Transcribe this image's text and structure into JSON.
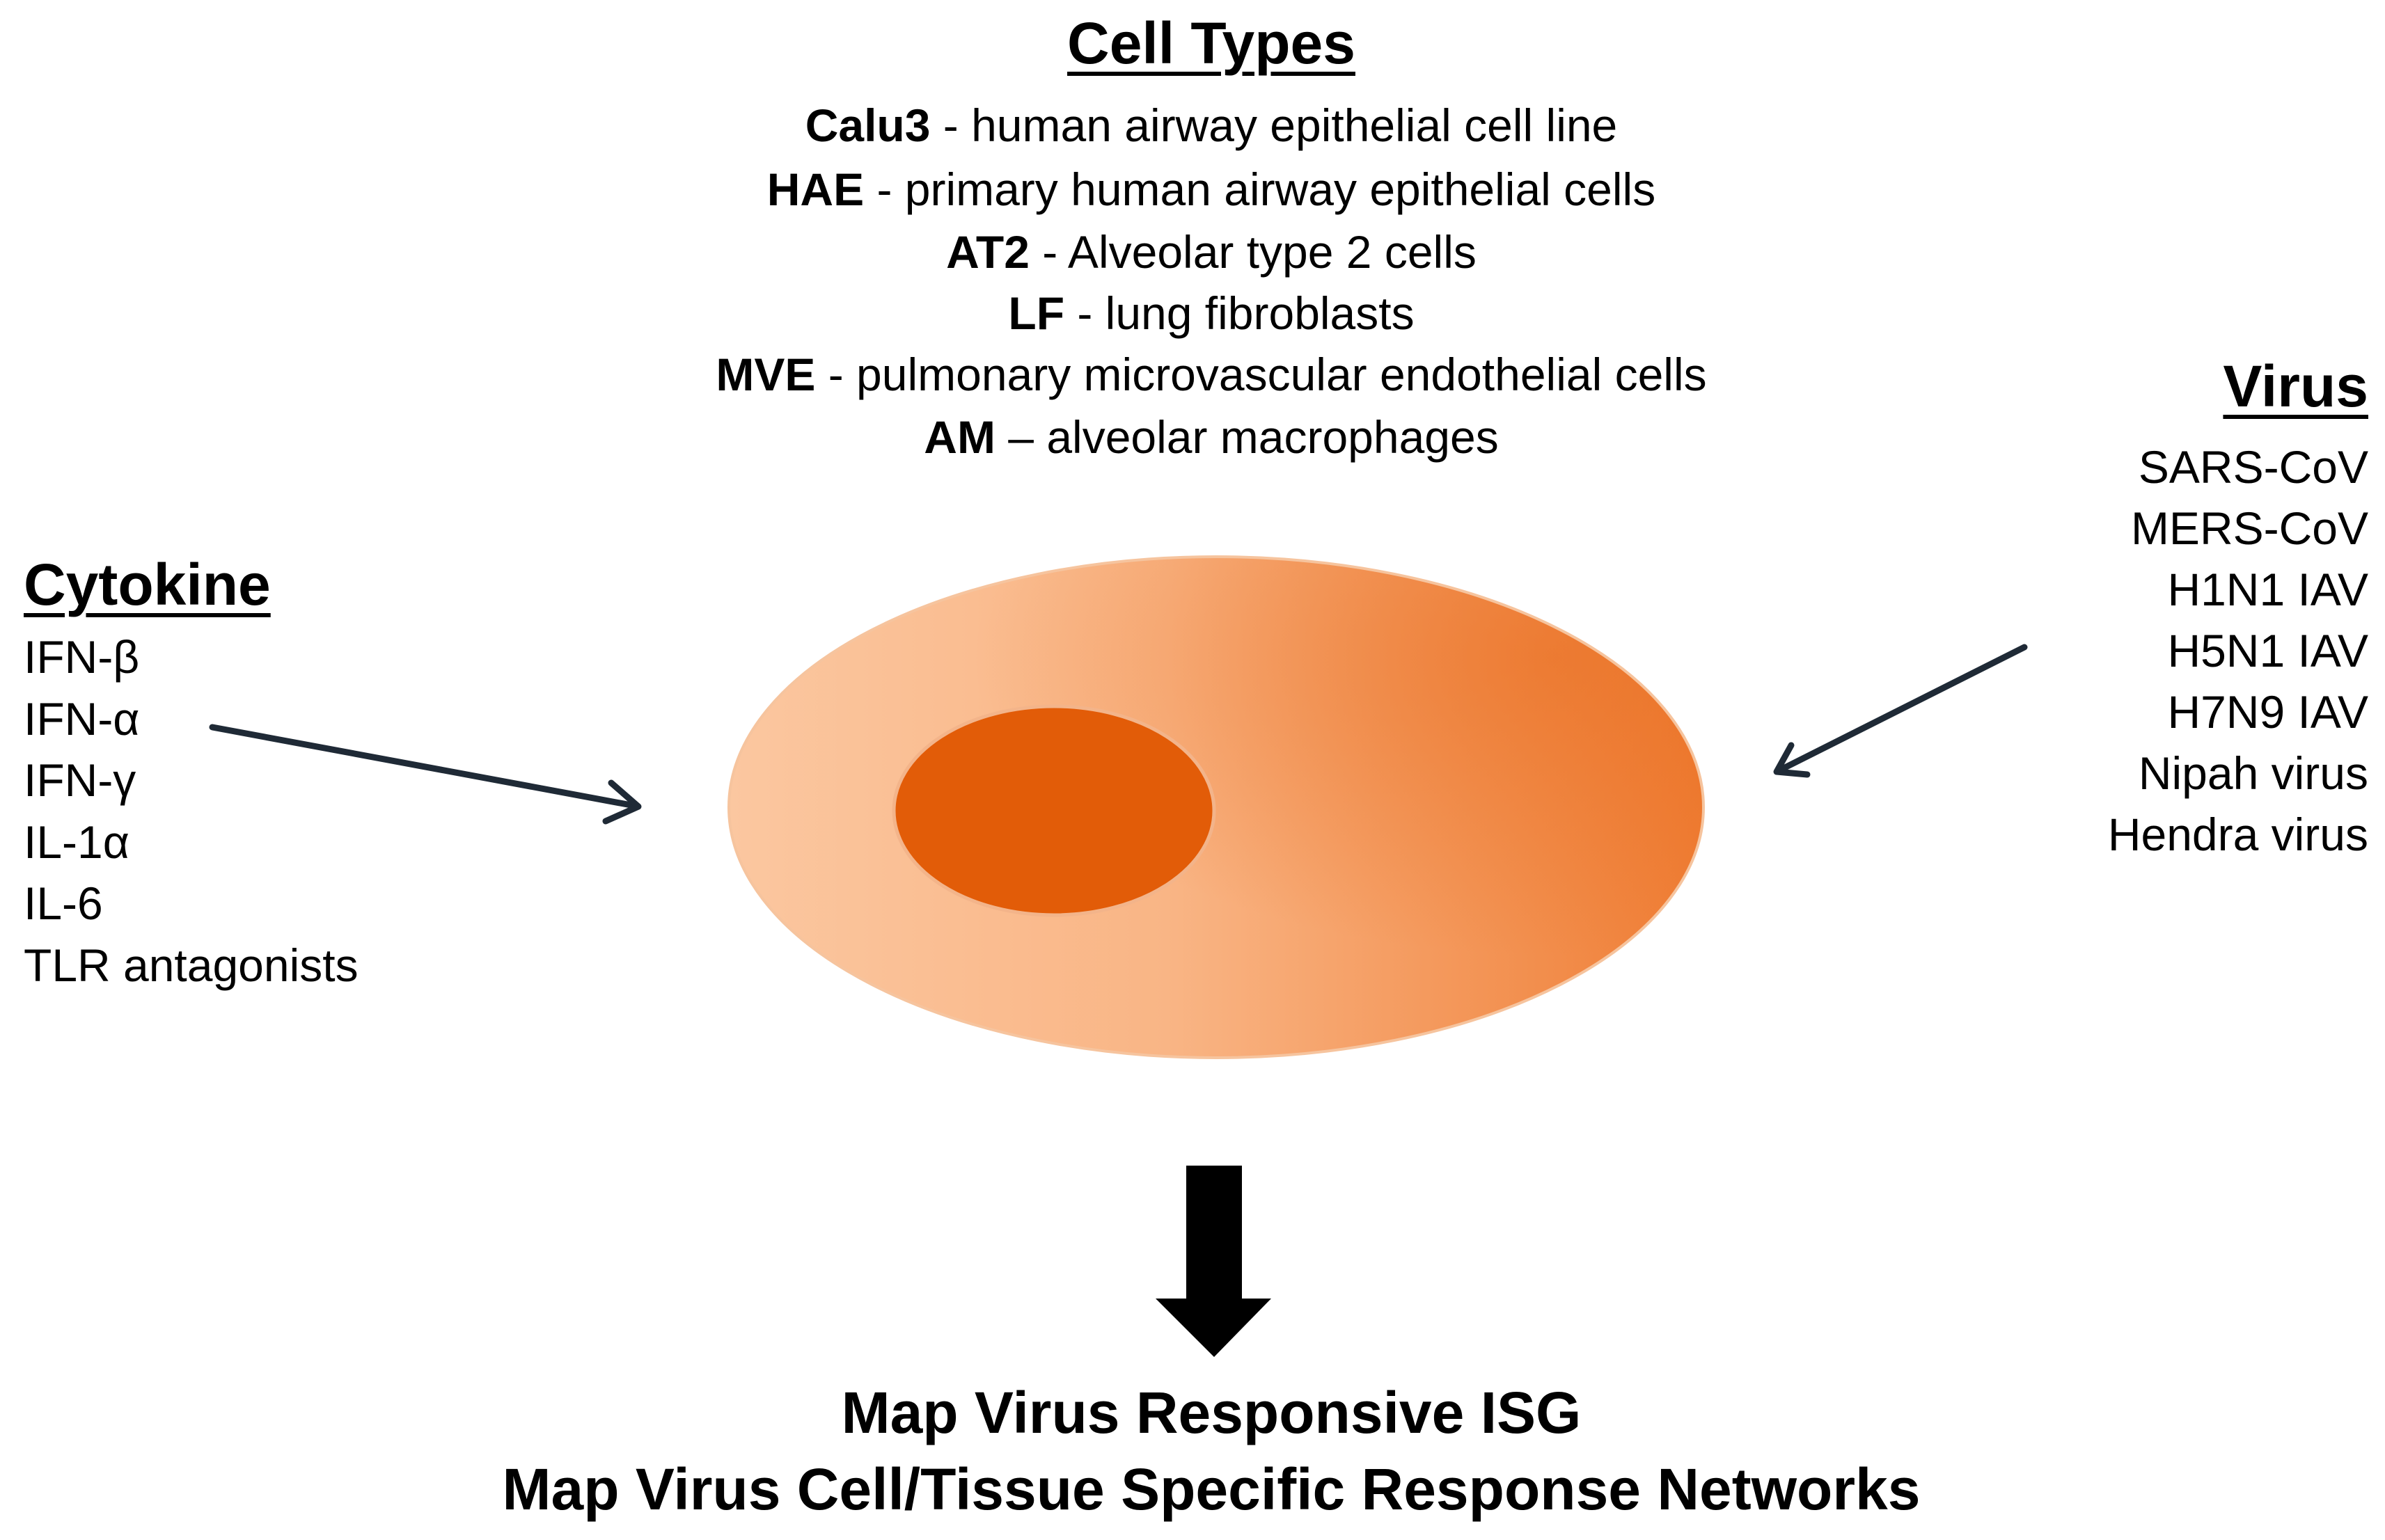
{
  "cell_types": {
    "title": "Cell Types",
    "items": [
      {
        "abbr": "Calu3",
        "desc": " - human airway epithelial cell line"
      },
      {
        "abbr": "HAE",
        "desc": " - primary human airway epithelial cells"
      },
      {
        "abbr": "AT2",
        "desc": " - Alveolar type 2 cells"
      },
      {
        "abbr": "LF",
        "desc": " - lung fibroblasts"
      },
      {
        "abbr": "MVE",
        "desc": " - pulmonary microvascular endothelial cells"
      },
      {
        "abbr": "AM",
        "desc": " – alveolar macrophages"
      }
    ]
  },
  "cytokine": {
    "title": "Cytokine",
    "items": [
      "IFN-β",
      "IFN-α",
      "IFN-γ",
      "IL-1α",
      "IL-6",
      "TLR antagonists"
    ]
  },
  "virus": {
    "title": "Virus",
    "items": [
      "SARS-CoV",
      "MERS-CoV",
      "H1N1 IAV",
      "H5N1 IAV",
      "H7N9 IAV",
      "Nipah virus",
      "Hendra virus"
    ]
  },
  "outcome": {
    "line1": "Map Virus Responsive ISG",
    "line2": "Map Virus Cell/Tissue Specific Response Networks"
  },
  "colors": {
    "cell_light": "#fbc7a0",
    "cell_dark": "#ef7d34",
    "nucleus": "#e25c08",
    "arrow": "#1f2a36",
    "down_arrow": "#000000"
  }
}
